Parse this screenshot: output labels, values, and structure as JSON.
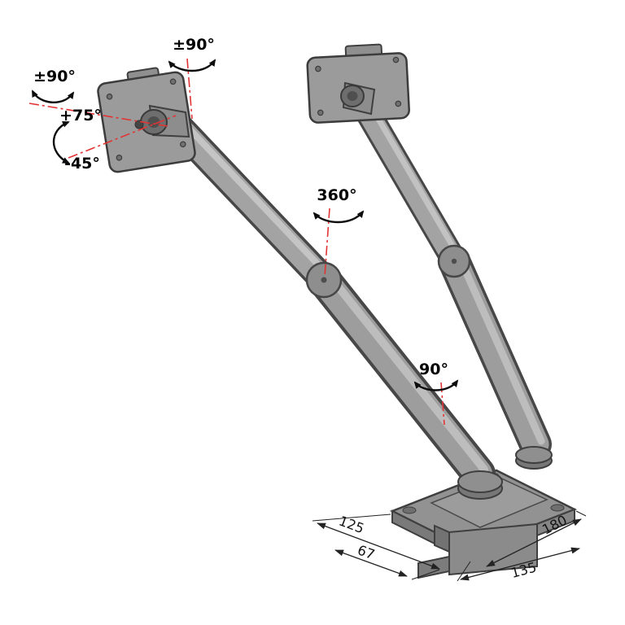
{
  "figure": {
    "angles": {
      "plate_swivel_left": "±90°",
      "tilt_up": "+75°",
      "tilt_down": "-45°",
      "plate_swivel_top": "±90°",
      "elbow_rotation": "360°",
      "base_rotation": "90°"
    },
    "dimensions": {
      "d125": "125",
      "d67": "67",
      "d180": "180",
      "d135": "135"
    },
    "colors": {
      "background": "#ffffff",
      "arm_fill": "#a3a3a3",
      "arm_outline": "#474747",
      "plate_fill": "#9b9b9b",
      "base_fill": "#929292",
      "axis_red": "#e23434",
      "ink": "#111111"
    }
  }
}
